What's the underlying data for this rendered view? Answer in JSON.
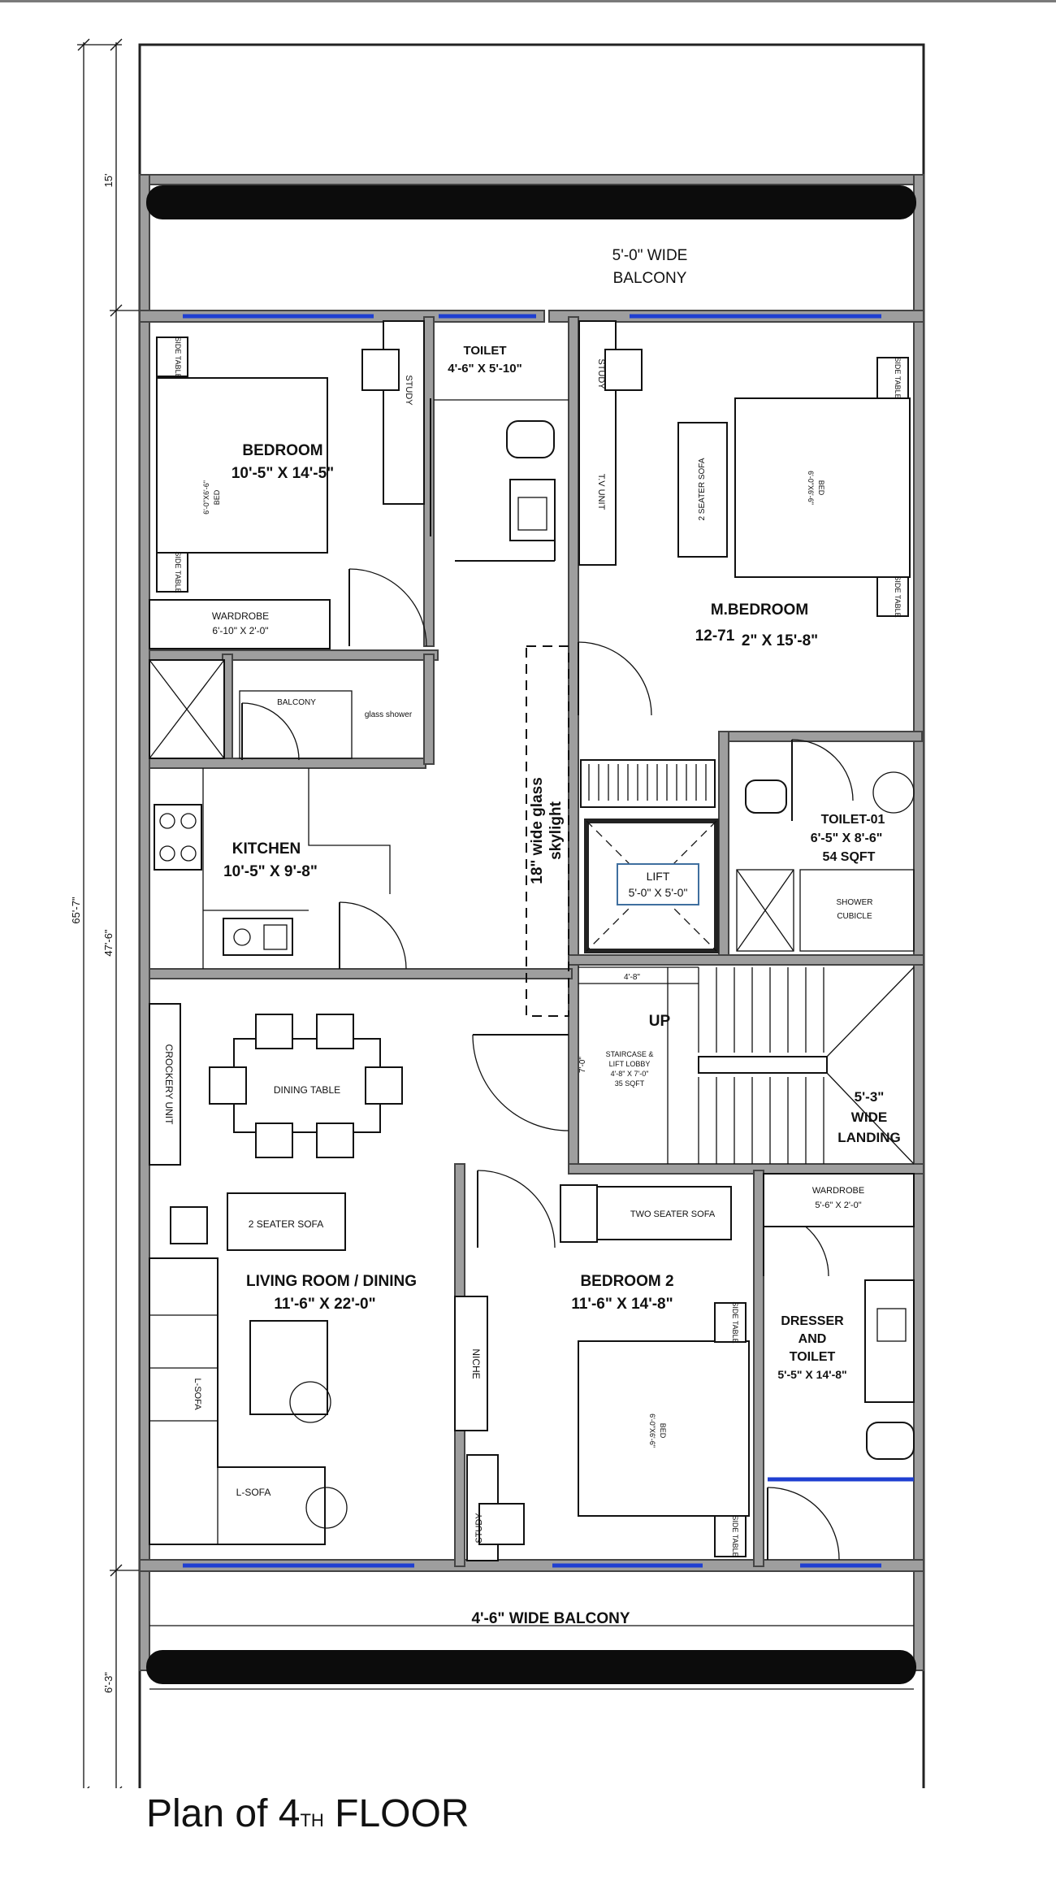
{
  "title": {
    "prefix": "Plan of 4",
    "suffix": "TH",
    "floor": "FLOOR"
  },
  "dimensions": {
    "overall": "65'-7\"",
    "middle": "47'-6\"",
    "top": "15'",
    "bottom": "6'-3\""
  },
  "rooms": {
    "balcony_top_1": "5'-0\" WIDE",
    "balcony_top_2": "BALCONY",
    "toilet_top_1": "TOILET",
    "toilet_top_2": "4'-6\" X 5'-10\"",
    "bedroom_1": "BEDROOM",
    "bedroom_2": "10'-5\" X 14'-5\"",
    "wardrobe_1": "WARDROBE",
    "wardrobe_2": "6'-10\" X 2'-0\"",
    "mbedroom_1": "M.BEDROOM",
    "mbedroom_2": "12-71",
    "mbedroom_3": "2\" X 15'-8\"",
    "small_balcony": "BALCONY",
    "glass_shower_small": "glass shower",
    "kitchen_1": "KITCHEN",
    "kitchen_2": "10'-5\" X 9'-8\"",
    "skylight_1": "18\" wide glass",
    "skylight_2": "skylight",
    "lift_1": "LIFT",
    "lift_2": "5'-0\" X 5'-0\"",
    "toilet01_1": "TOILET-01",
    "toilet01_2": "6'-5\" X 8'-6\"",
    "toilet01_3": "54 SQFT",
    "shower_1": "SHOWER",
    "shower_2": "CUBICLE",
    "stair_width": "4'-8\"",
    "up": "UP",
    "stair_1": "STAIRCASE &",
    "stair_2": "LIFT LOBBY",
    "stair_3": "4'-8\" X 7'-0\"",
    "stair_4": "35 SQFT",
    "stair_dim": "7'-0\"",
    "landing_1": "5'-3\"",
    "landing_2": "WIDE",
    "landing_3": "LANDING",
    "crockery": "CROCKERY UNIT",
    "dining": "DINING TABLE",
    "two_seater": "2 SEATER SOFA",
    "living_1": "LIVING ROOM / DINING",
    "living_2": "11'-6\" X 22'-0\"",
    "lsofa_v": "L-SOFA",
    "lsofa_h": "L-SOFA",
    "two_seater_b2": "TWO SEATER SOFA",
    "bedroom2_1": "BEDROOM 2",
    "bedroom2_2": "11'-6\" X 14'-8\"",
    "niche": "NICHE",
    "study_b2": "STUDY",
    "wardrobe2_1": "WARDROBE",
    "wardrobe2_2": "5'-6\" X 2'-0\"",
    "dresser_1": "DRESSER",
    "dresser_2": "AND",
    "dresser_3": "TOILET",
    "dresser_4": "5'-5\" X 14'-8\"",
    "balcony_bottom": "4'-6\" WIDE BALCONY",
    "study_1": "STUDY",
    "study_2": "STUDY",
    "tv_unit": "T.V UNIT",
    "two_seater_m": "2 SEATER SOFA",
    "bed_1": "BED",
    "bed_1_size": "6'-0\"X6'-6\"",
    "bed_m": "BED",
    "bed_m_size": "6'-0\"X6'-6\"",
    "bed_2": "BED",
    "bed_2_size": "6'-0\"X6'-6\"",
    "side_table": "SIDE TABLE"
  }
}
